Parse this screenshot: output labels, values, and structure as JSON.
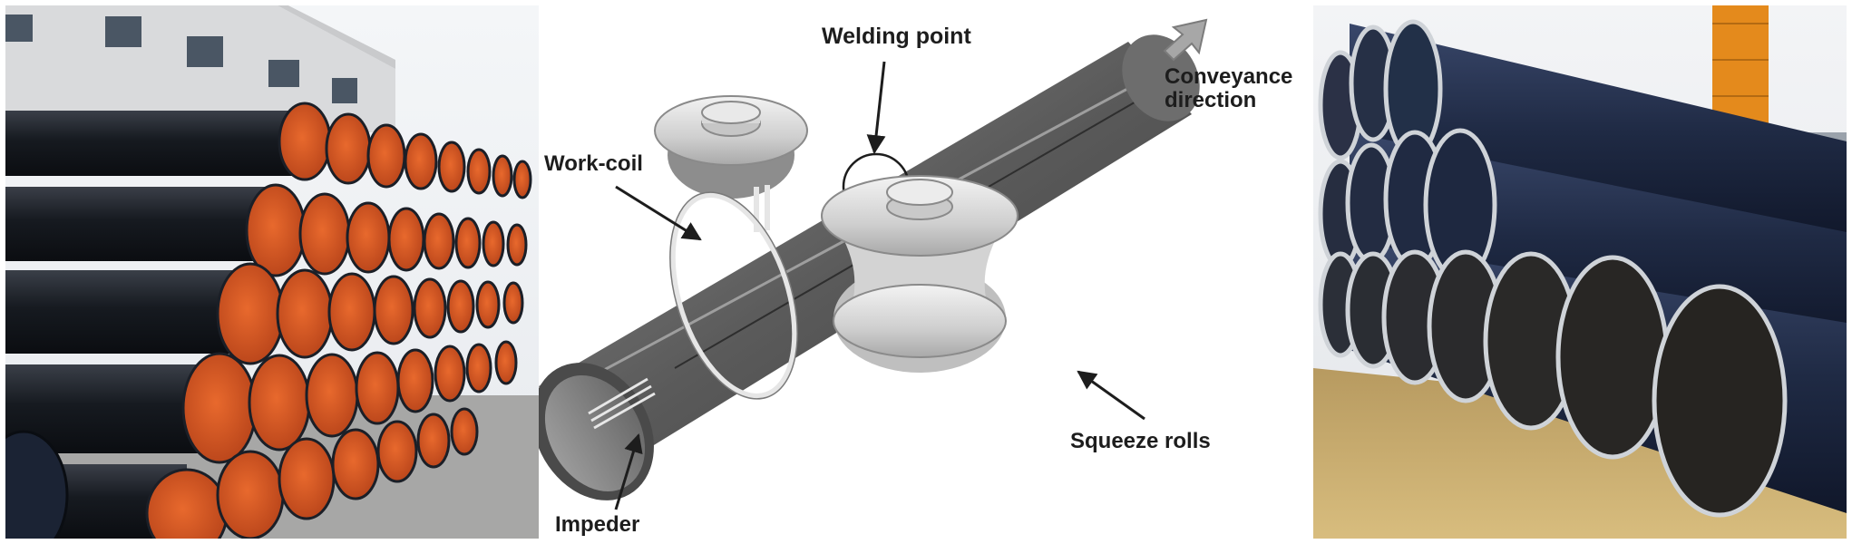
{
  "diagram": {
    "labels": {
      "welding_point": "Welding point",
      "conveyance_line1": "Conveyance",
      "conveyance_line2": "direction",
      "work_coil": "Work-coil",
      "squeeze_rolls": "Squeeze rolls",
      "impeder": "Impeder"
    }
  },
  "colors": {
    "pipe_coating": "#1b1f27",
    "pipe_end_orange": "#d9561f",
    "pipe_metal_grey": "#6f6f6f",
    "roll_grey": "#d9d9d9",
    "blue_pipe": "#1f2a44",
    "crane_orange": "#e48a1c",
    "ground_sand": "#c9a865",
    "concrete": "#9a9a9a"
  },
  "icons": {
    "conveyance": "arrow-up-right-icon"
  }
}
